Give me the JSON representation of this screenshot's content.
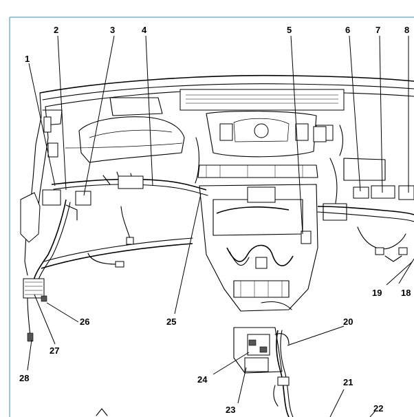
{
  "frame": {
    "border_color": "#7fb2c9"
  },
  "callouts": [
    {
      "id": "1",
      "label": "1"
    },
    {
      "id": "2",
      "label": "2"
    },
    {
      "id": "3",
      "label": "3"
    },
    {
      "id": "4",
      "label": "4"
    },
    {
      "id": "5",
      "label": "5"
    },
    {
      "id": "6",
      "label": "6"
    },
    {
      "id": "7",
      "label": "7"
    },
    {
      "id": "8",
      "label": "8"
    },
    {
      "id": "18",
      "label": "18"
    },
    {
      "id": "19",
      "label": "19"
    },
    {
      "id": "20",
      "label": "20"
    },
    {
      "id": "21",
      "label": "21"
    },
    {
      "id": "22",
      "label": "22"
    },
    {
      "id": "23",
      "label": "23"
    },
    {
      "id": "24",
      "label": "24"
    },
    {
      "id": "25",
      "label": "25"
    },
    {
      "id": "26",
      "label": "26"
    },
    {
      "id": "27",
      "label": "27"
    },
    {
      "id": "28",
      "label": "28"
    }
  ]
}
